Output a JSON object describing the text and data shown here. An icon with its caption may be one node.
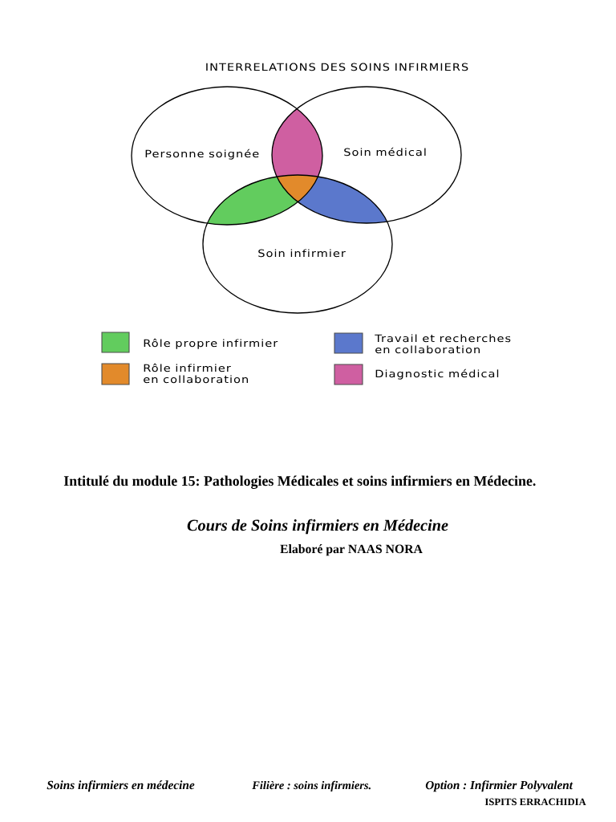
{
  "diagram": {
    "title": "INTERRELATIONS DES SOINS INFIRMIERS",
    "nodes": [
      {
        "text": [
          "Personne soignée"
        ]
      },
      {
        "text": [
          "Soin médical"
        ]
      },
      {
        "text": [
          "Soin infirmier"
        ]
      },
      {
        "text": [],
        "shape": "lens"
      },
      {
        "text": [],
        "shape": "lens"
      },
      {
        "text": [],
        "shape": "lens"
      },
      {
        "text": [],
        "shape": "lens"
      }
    ],
    "legend": [
      {
        "text": "Rôle propre infirmier",
        "color": "#62cc5e"
      },
      {
        "text": "Travail et recherches en collaboration",
        "color": "#5b78cc"
      },
      {
        "text": "Rôle infirmier en collaboration",
        "color": "#e28a2b"
      },
      {
        "text": "Diagnostic médical",
        "color": "#cf5fa1"
      }
    ],
    "labels": [
      "Intitulé du module 15: Pathologies Médicales et soins infirmiers en Médecine.",
      "Cours de Soins infirmiers en Médecine",
      "Elaboré par NAAS NORA",
      "Soins infirmiers en médecine",
      "Filière : soins infirmiers.",
      "Option : Infirmier Polyvalent",
      "ISPITS ERRACHIDIA"
    ]
  }
}
